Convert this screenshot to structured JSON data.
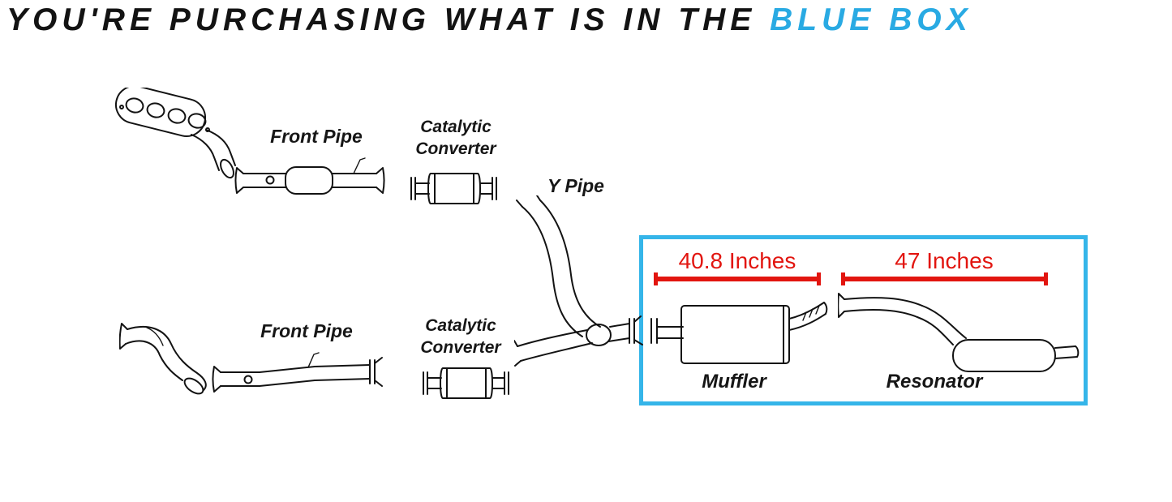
{
  "title": {
    "prefix": "YOU'RE PURCHASING WHAT IS IN THE ",
    "highlight": "BLUE BOX"
  },
  "colors": {
    "ink": "#131313",
    "accent_blue": "#29aae3",
    "measure_red": "#e2150f",
    "box_border": "#35b5e9"
  },
  "labels": {
    "front_pipe_top": "Front Pipe",
    "catalytic_converter_top": "Catalytic\nConverter",
    "y_pipe": "Y Pipe",
    "front_pipe_bottom": "Front Pipe",
    "catalytic_converter_bottom": "Catalytic\nConverter",
    "muffler": "Muffler",
    "resonator": "Resonator"
  },
  "measurements": {
    "muffler": "40.8 Inches",
    "resonator": "47 Inches"
  }
}
